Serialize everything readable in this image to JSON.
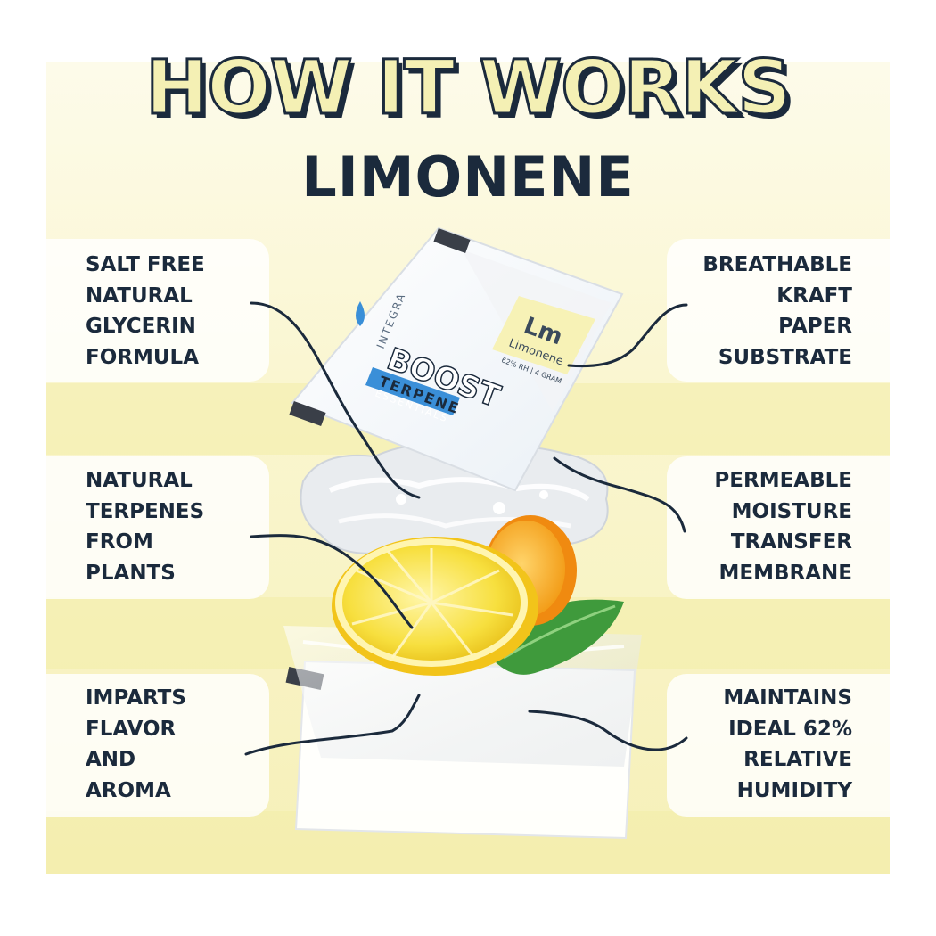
{
  "header": {
    "title": "HOW IT WORKS",
    "subtitle": "LIMONENE"
  },
  "features_left": [
    {
      "text": "SALT FREE\nNATURAL\nGLYCERIN\nFORMULA"
    },
    {
      "text": "NATURAL\nTERPENES\nFROM\nPLANTS"
    },
    {
      "text": "IMPARTS\nFLAVOR\nAND\nAROMA"
    }
  ],
  "features_right": [
    {
      "text": "BREATHABLE\nKRAFT\nPAPER\nSUBSTRATE"
    },
    {
      "text": "PERMEABLE\nMOISTURE\nTRANSFER\nMEMBRANE"
    },
    {
      "text": "MAINTAINS\nIDEAL 62%\nRELATIVE\nHUMIDITY"
    }
  ],
  "sachet": {
    "brand_top": "INTEGRA",
    "brand_main": "BOOST",
    "brand_sub": "TERPENE",
    "brand_tag": "ESSENTIALS",
    "symbol": "Lm",
    "name": "Limonene",
    "spec": "62% RH | 4 GRAM"
  },
  "colors": {
    "navy": "#1b2a3c",
    "title_fill": "#f4f0b4",
    "panel_yellow": "#f6f0b8",
    "lemon": "#f7de3c",
    "orange": "#f4a31e",
    "leaf": "#3f9a3c",
    "brand_blue": "#3a8fd8"
  }
}
